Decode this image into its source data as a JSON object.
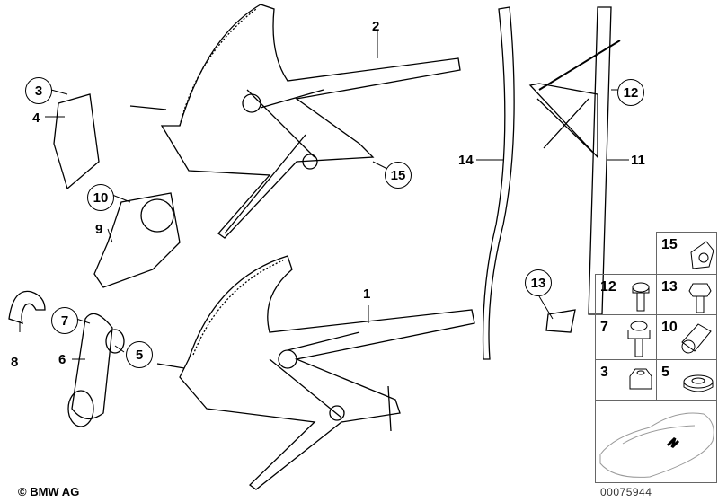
{
  "diagram": {
    "callouts_circled": [
      "3",
      "10",
      "15",
      "12",
      "13",
      "7",
      "5"
    ],
    "callouts_plain": [
      "4",
      "9",
      "8",
      "6",
      "2",
      "14",
      "11",
      "1"
    ],
    "parts_panel": [
      {
        "num": "15",
        "part": "clip"
      },
      {
        "num": "12",
        "part": "screw"
      },
      {
        "num": "13",
        "part": "hex-bolt"
      },
      {
        "num": "7",
        "part": "collar-screw"
      },
      {
        "num": "10",
        "part": "bushing"
      },
      {
        "num": "3",
        "part": "nut"
      },
      {
        "num": "5",
        "part": "washer"
      }
    ],
    "copyright": "© BMW AG",
    "image_code": "00075944"
  }
}
